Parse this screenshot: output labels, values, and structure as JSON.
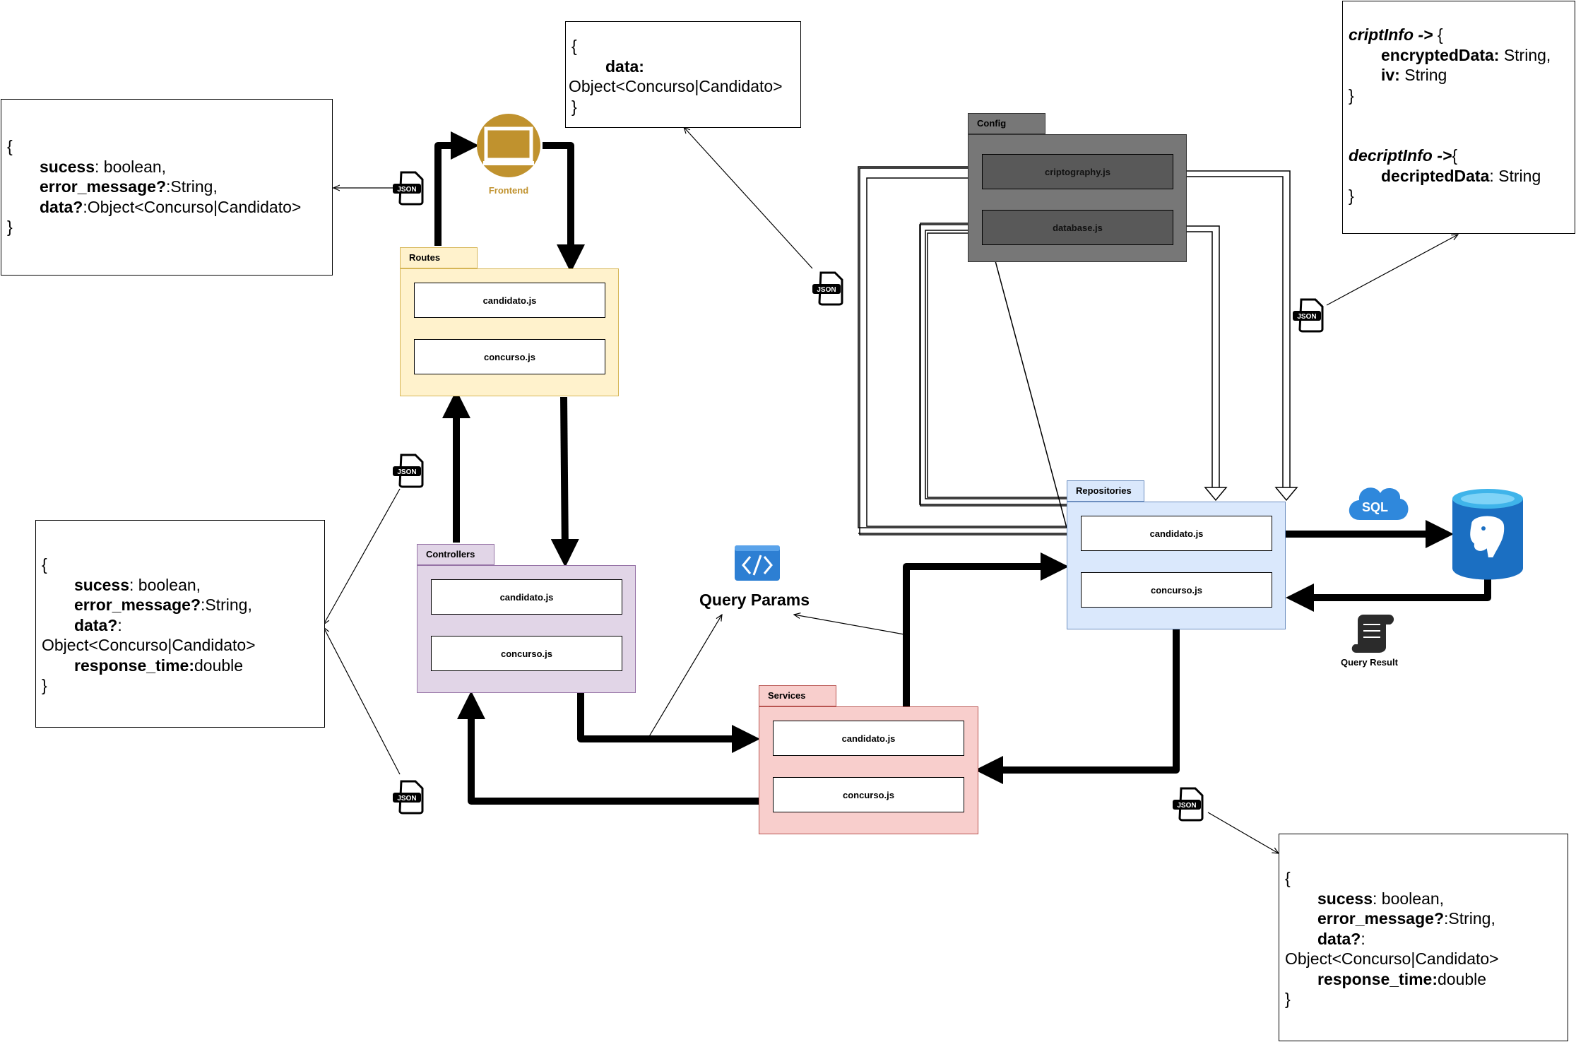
{
  "notes": {
    "frontend_response": {
      "open": "{",
      "close": "}",
      "fields": [
        {
          "key": "sucess",
          "sep": ": ",
          "value": "boolean,"
        },
        {
          "key": "error_message?",
          "sep": ":",
          "value": "String,"
        },
        {
          "key": "data?",
          "sep": ":",
          "value": "Object<Concurso|Candidato>"
        }
      ]
    },
    "query_data": {
      "open": "{",
      "key": "data:",
      "value": "Object<Concurso|Candidato>",
      "close": "}"
    },
    "crypto_info": {
      "title1": "criptInfo ->",
      "brace1": " {",
      "field1_key": "encryptedData:",
      "field1_val": " String,",
      "field2_key": "iv:",
      "field2_val": " String",
      "close1": "}",
      "title2": "decriptInfo ->",
      "brace2": "{",
      "field3_key": "decriptedData",
      "field3_val": ": String",
      "close2": "}"
    },
    "controller_response": {
      "open": "{",
      "f1_key": "sucess",
      "f1_val": ": boolean,",
      "f2_key": "error_message?",
      "f2_val": ":String,",
      "f3_key": "data?",
      "f3_val": ":",
      "f3_type": "Object<Concurso|Candidato>",
      "f4_key": "response_time:",
      "f4_val": "double",
      "close": "}"
    },
    "repository_response": {
      "open": "{",
      "f1_key": "sucess",
      "f1_val": ": boolean,",
      "f2_key": "error_message?",
      "f2_val": ":String,",
      "f3_key": "data?",
      "f3_val": ":",
      "f3_type": "Object<Concurso|Candidato>",
      "f4_key": "response_time:",
      "f4_val": "double",
      "close": "}"
    }
  },
  "packages": {
    "routes": {
      "name": "Routes",
      "files": [
        "candidato.js",
        "concurso.js"
      ],
      "fill": "#fff2cc",
      "stroke": "#d6b656"
    },
    "controllers": {
      "name": "Controllers",
      "files": [
        "candidato.js",
        "concurso.js"
      ],
      "fill": "#e1d5e7",
      "stroke": "#9673a6"
    },
    "services": {
      "name": "Services",
      "files": [
        "candidato.js",
        "concurso.js"
      ],
      "fill": "#f8cecc",
      "stroke": "#b85450"
    },
    "repositories": {
      "name": "Repositories",
      "files": [
        "candidato.js",
        "concurso.js"
      ],
      "fill": "#dae8fc",
      "stroke": "#6c8ebf"
    },
    "config": {
      "name": "Config",
      "files": [
        "criptography.js",
        "database.js"
      ],
      "fill": "#777777",
      "stroke": "#333333"
    }
  },
  "labels": {
    "frontend": "Frontend",
    "query_params": "Query Params",
    "query_result": "Query Result",
    "sql": "SQL",
    "json": "JSON"
  },
  "icons": {
    "frontend": "monitor-icon",
    "query_params": "code-brackets-icon",
    "sql": "sql-cloud-icon",
    "database": "postgresql-database-icon",
    "query_result": "script-scroll-icon",
    "json": "json-file-icon"
  },
  "colors": {
    "frontend_accent": "#c0922e",
    "query_params_blue": "#2d7fd3",
    "database_blue": "#1b6fc2",
    "sql_cloud": "#2f88dc"
  }
}
